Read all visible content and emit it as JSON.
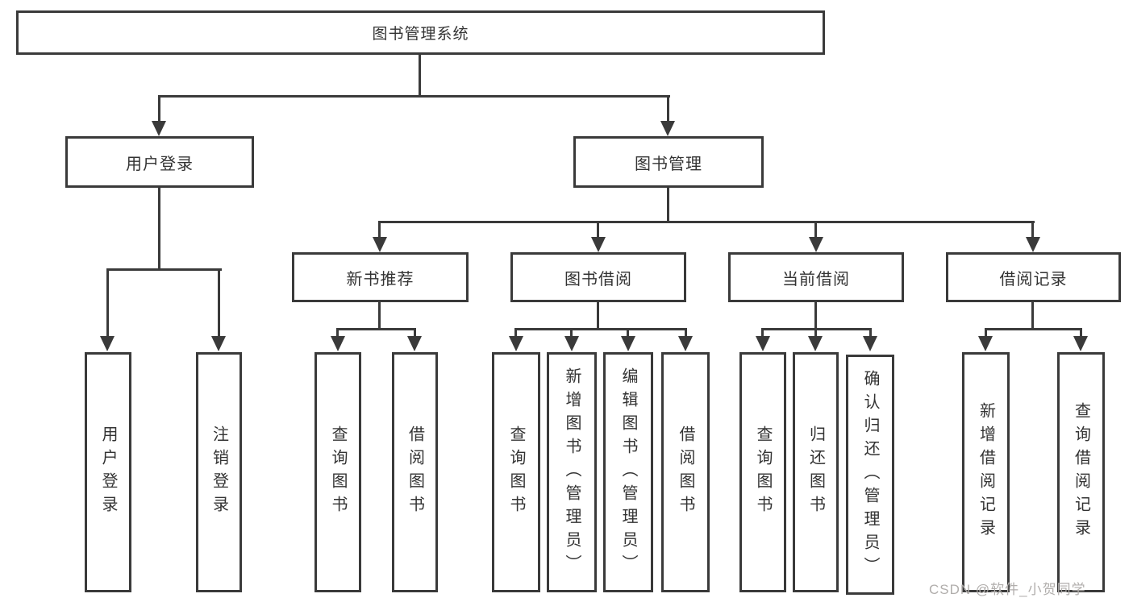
{
  "colors": {
    "line": "#3a3a3a",
    "box_border": "#3a3a3a",
    "text": "#333333",
    "background": "#ffffff",
    "watermark": "#b1aeac"
  },
  "watermark": "CSDN @软件_小贺同学",
  "tree": {
    "root": "图书管理系统",
    "branches": [
      {
        "label": "用户登录",
        "children": [
          "用户登录",
          "注销登录"
        ]
      },
      {
        "label": "图书管理",
        "sections": [
          {
            "label": "新书推荐",
            "children": [
              "查询图书",
              "借阅图书"
            ]
          },
          {
            "label": "图书借阅",
            "children": [
              "查询图书",
              "新增图书（管理员）",
              "编辑图书（管理员）",
              "借阅图书"
            ]
          },
          {
            "label": "当前借阅",
            "children": [
              "查询图书",
              "归还图书",
              "确认归还（管理员）"
            ]
          },
          {
            "label": "借阅记录",
            "children": [
              "新增借阅记录",
              "查询借阅记录"
            ]
          }
        ]
      }
    ]
  }
}
